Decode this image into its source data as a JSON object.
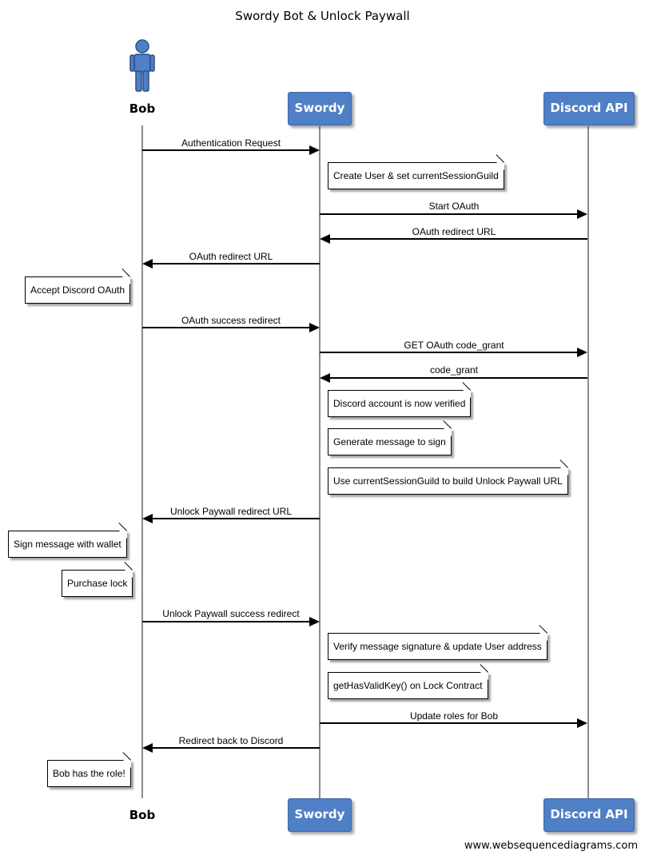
{
  "title": "Swordy Bot & Unlock Paywall",
  "participants": {
    "bob": "Bob",
    "swordy": "Swordy",
    "discord": "Discord API"
  },
  "colors": {
    "participant_box": "#4f7fc5",
    "lifeline": "#8c8c8c"
  },
  "actor_icon": "person-icon",
  "messages": [
    "Authentication Request",
    "Start OAuth",
    "OAuth redirect URL",
    "OAuth redirect URL",
    "OAuth success redirect",
    "GET OAuth code_grant",
    "code_grant",
    "Unlock Paywall redirect URL",
    "Unlock Paywall success redirect",
    "Update roles for Bob",
    "Redirect back to Discord"
  ],
  "notes": [
    "Create User & set currentSessionGuild",
    "Accept Discord OAuth",
    "Discord account is now verified",
    "Generate message to sign",
    "Use currentSessionGuild to build Unlock Paywall URL",
    "Sign message with wallet",
    "Purchase lock",
    "Verify message signature & update User address",
    "getHasValidKey() on Lock Contract",
    "Bob has the role!"
  ],
  "watermark": "www.websequencediagrams.com"
}
